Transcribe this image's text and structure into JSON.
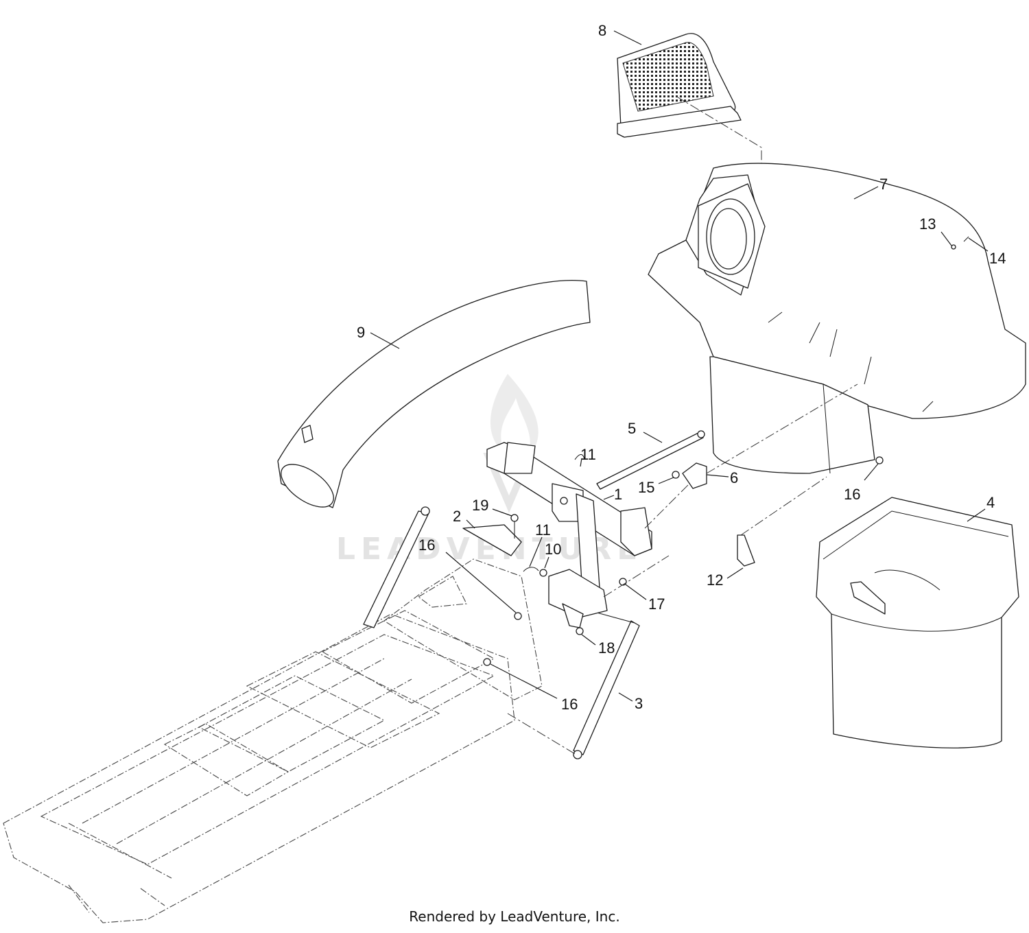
{
  "diagram": {
    "watermark": "LEADVENTURE",
    "footer": "Rendered by LeadVenture, Inc.",
    "callouts": [
      {
        "id": "c1",
        "label": "1"
      },
      {
        "id": "c2",
        "label": "2"
      },
      {
        "id": "c3",
        "label": "3"
      },
      {
        "id": "c4",
        "label": "4"
      },
      {
        "id": "c5",
        "label": "5"
      },
      {
        "id": "c6",
        "label": "6"
      },
      {
        "id": "c7",
        "label": "7"
      },
      {
        "id": "c8",
        "label": "8"
      },
      {
        "id": "c9",
        "label": "9"
      },
      {
        "id": "c10",
        "label": "10"
      },
      {
        "id": "c11a",
        "label": "11"
      },
      {
        "id": "c11b",
        "label": "11"
      },
      {
        "id": "c12",
        "label": "12"
      },
      {
        "id": "c13",
        "label": "13"
      },
      {
        "id": "c14",
        "label": "14"
      },
      {
        "id": "c15",
        "label": "15"
      },
      {
        "id": "c16a",
        "label": "16"
      },
      {
        "id": "c16b",
        "label": "16"
      },
      {
        "id": "c16c",
        "label": "16"
      },
      {
        "id": "c17",
        "label": "17"
      },
      {
        "id": "c18",
        "label": "18"
      },
      {
        "id": "c19",
        "label": "19"
      }
    ]
  }
}
